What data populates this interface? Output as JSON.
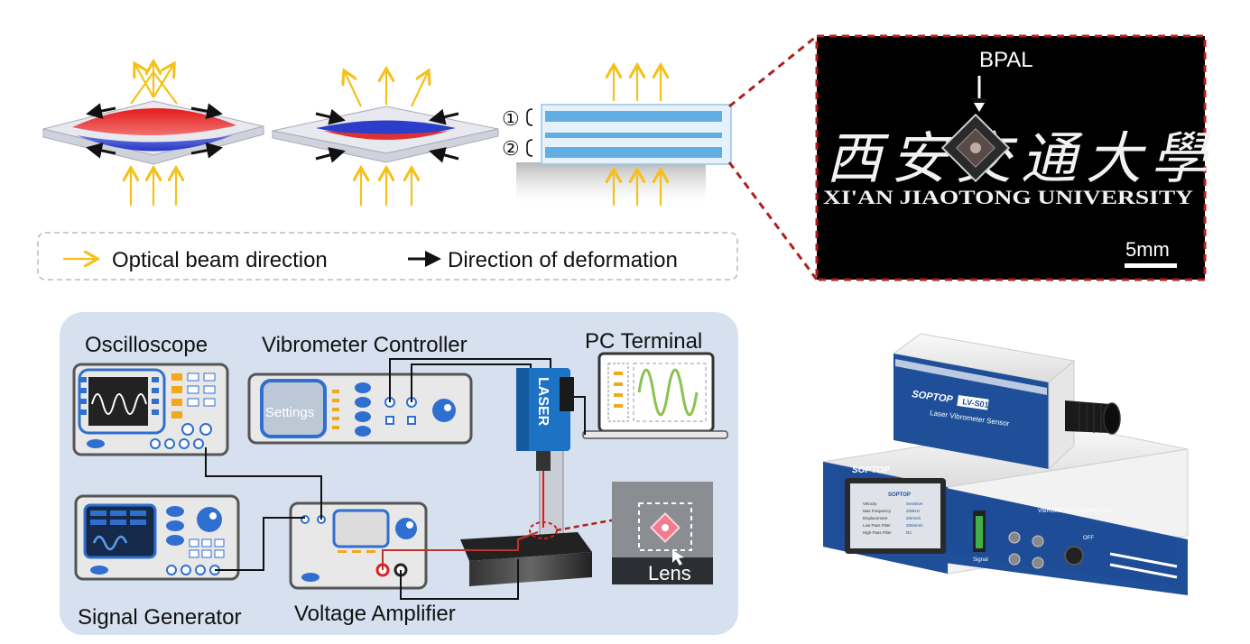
{
  "legend": {
    "optical_label": "Optical beam direction",
    "deformation_label": "Direction of deformation"
  },
  "layer_markers": {
    "one": "①",
    "two": "②"
  },
  "photo": {
    "label": "BPAL",
    "chinese_text": "西安交通大學",
    "english_text": "XI'AN JIAOTONG UNIVERSITY",
    "scale": "5mm"
  },
  "setup": {
    "oscilloscope": "Oscilloscope",
    "vibrometer_controller": "Vibrometer Controller",
    "pc_terminal": "PC Terminal",
    "settings": "Settings",
    "laser": "LASER",
    "signal_generator": "Signal Generator",
    "voltage_amplifier": "Voltage Amplifier",
    "lens": "Lens"
  },
  "device": {
    "brand": "SOPTOP",
    "model": "LV-S01",
    "sensor_name": "Laser Vibrometer Sensor",
    "controller_title": "VIBROMETER CONTROLLER",
    "screen_brand": "SOPTOP",
    "signal_label": "Signal",
    "screen_rows": [
      "Velocity",
      "Max Frequency",
      "Displacement",
      "Low Pass Filter",
      "High Pass Filter"
    ],
    "screen_values": [
      "Sensitive",
      "200kHz",
      "20mm/s",
      "200mm/s",
      "DC"
    ],
    "off_label": "OFF"
  },
  "colors": {
    "optical": "#f5c118",
    "deform": "#111111",
    "dashed_red": "#b01e1e",
    "panel_bg": "#d6e0ef",
    "device_blue": "#1f4f99"
  }
}
